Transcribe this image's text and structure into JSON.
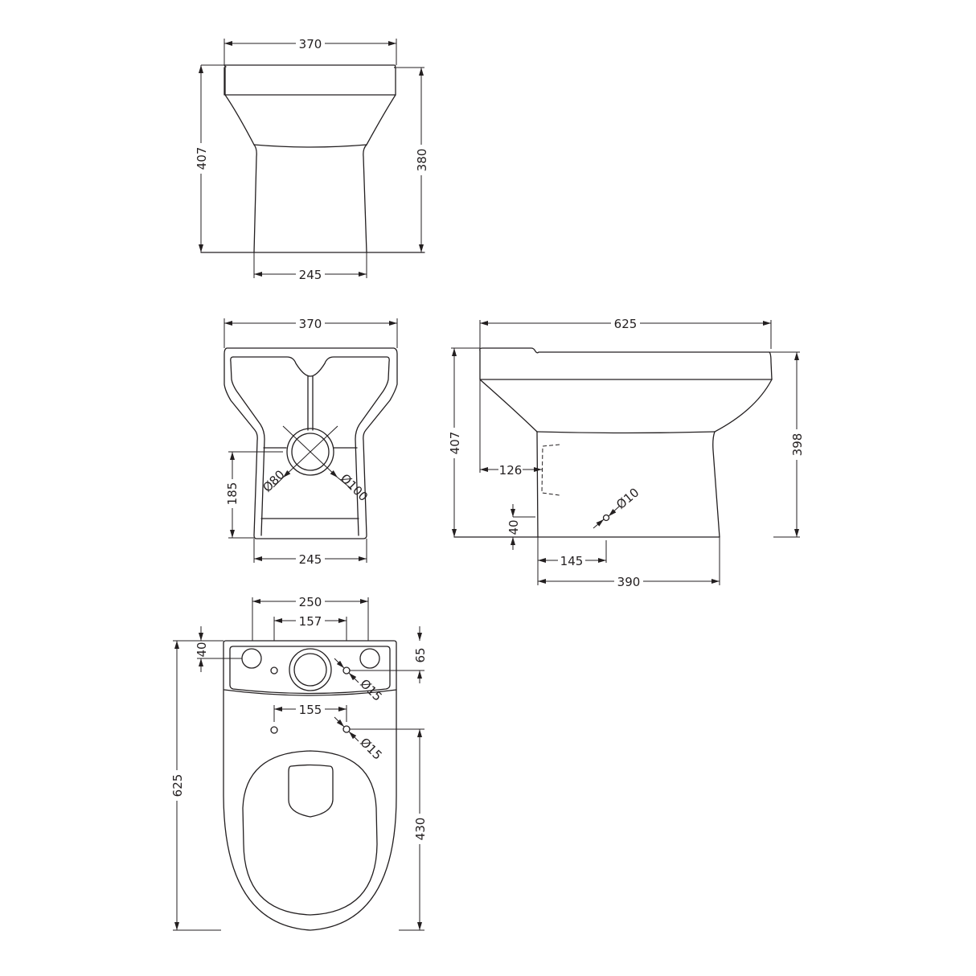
{
  "drawing": {
    "title": "Toilet pan dimension drawing",
    "units": "mm",
    "line_color": "#231f20",
    "background": "#ffffff"
  },
  "front_view": {
    "width_top": "370",
    "height_overall": "407",
    "height_pan": "380",
    "width_base": "245"
  },
  "rear_view": {
    "width_top": "370",
    "outlet_inner_dia": "Ø80",
    "outlet_outer_dia": "Ø100",
    "outlet_height": "185",
    "width_base": "245"
  },
  "side_view": {
    "length_overall": "625",
    "height_overall": "407",
    "height_pan": "398",
    "outlet_offset": "126",
    "fixing_height": "40",
    "fixing_hole_dia": "Ø10",
    "fixing_hole_offset": "145",
    "base_length": "390"
  },
  "plan_view": {
    "cistern_width": "250",
    "cistern_holes_spacing": "157",
    "cistern_hole_edge": "40",
    "cistern_depth": "65",
    "cistern_hole_dia": "Ø15",
    "fixing_spacing": "155",
    "fixing_hole_dia": "Ø15",
    "length_overall": "625",
    "fixing_to_front": "430"
  }
}
